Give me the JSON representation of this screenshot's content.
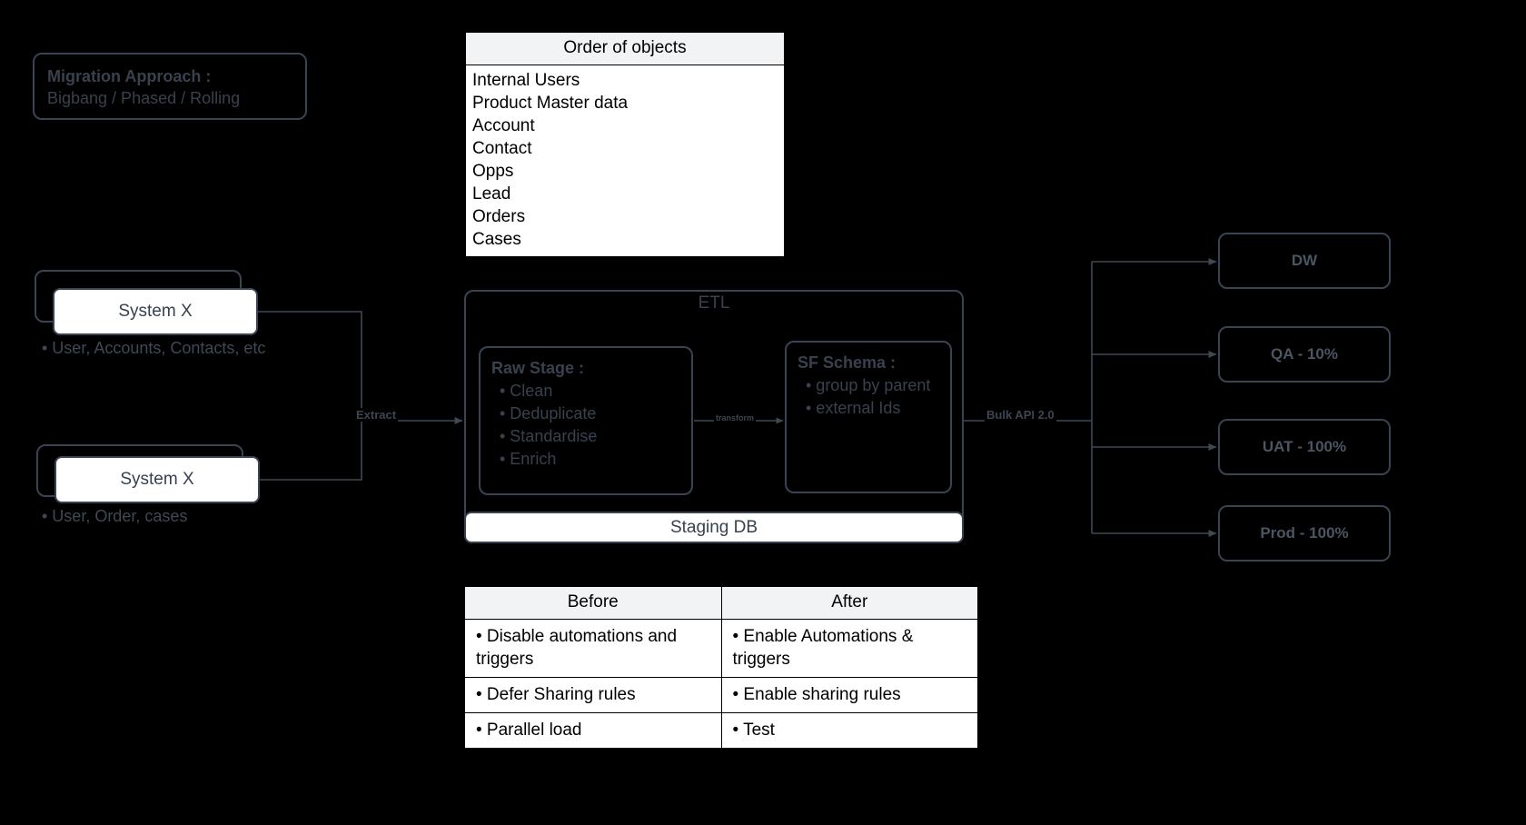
{
  "migration_approach": {
    "title": "Migration Approach :",
    "subtitle": "Bigbang / Phased / Rolling"
  },
  "order_of_objects": {
    "header": "Order of objects",
    "items": [
      "Internal Users",
      "Product Master data",
      "Account",
      "Contact",
      "Opps",
      "Lead",
      "Orders",
      "Cases"
    ]
  },
  "sources": [
    {
      "label": "System X",
      "caption": "• User, Accounts, Contacts, etc"
    },
    {
      "label": "System X",
      "caption": "• User, Order, cases"
    }
  ],
  "etl": {
    "title": "ETL",
    "raw_stage": {
      "title": "Raw Stage :",
      "items": [
        "• Clean",
        "• Deduplicate",
        "• Standardise",
        "• Enrich"
      ]
    },
    "sf_schema": {
      "title": "SF Schema :",
      "items": [
        "• group by parent",
        "• external Ids"
      ]
    },
    "staging_db": "Staging DB"
  },
  "edges": {
    "extract": "Extract",
    "transform": "transform",
    "bulk_api": "Bulk API 2.0"
  },
  "environments": [
    {
      "label": "DW"
    },
    {
      "label": "QA - 10%"
    },
    {
      "label": "UAT - 100%"
    },
    {
      "label": "Prod - 100%"
    }
  ],
  "before_after": {
    "headers": [
      "Before",
      "After"
    ],
    "rows": [
      [
        "• Disable automations and triggers",
        "• Enable Automations & triggers"
      ],
      [
        "• Defer Sharing rules",
        "• Enable sharing rules"
      ],
      [
        "• Parallel load",
        "• Test"
      ]
    ]
  },
  "colors": {
    "background": "#000000",
    "stroke": "#3a4352",
    "text_muted": "#39414e",
    "table_header": "#f1f3f5",
    "white": "#ffffff"
  }
}
